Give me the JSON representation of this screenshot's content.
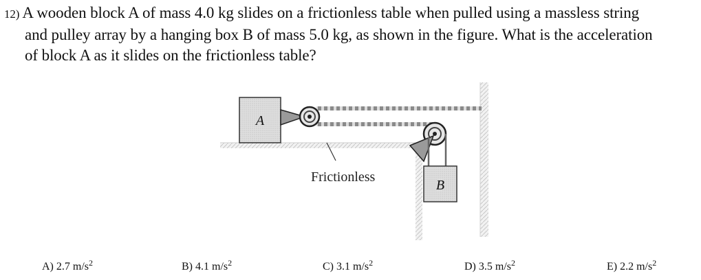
{
  "question": {
    "number": "12)",
    "line1": "A wooden block A of mass 4.0 kg slides on a frictionless table when pulled using a massless string",
    "line2": "and pulley array by a hanging box B of mass 5.0 kg, as shown in the figure. What is the acceleration",
    "line3": "of block A as it slides on the frictionless table?"
  },
  "figure": {
    "block_a_label": "A",
    "block_b_label": "B",
    "surface_label": "Frictionless"
  },
  "answers": [
    {
      "letter": "A)",
      "value": "2.7 m/s",
      "exponent": "2"
    },
    {
      "letter": "B)",
      "value": "4.1 m/s",
      "exponent": "2"
    },
    {
      "letter": "C)",
      "value": "3.1 m/s",
      "exponent": "2"
    },
    {
      "letter": "D)",
      "value": "3.5 m/s",
      "exponent": "2"
    },
    {
      "letter": "E)",
      "value": "2.2 m/s",
      "exponent": "2"
    }
  ]
}
